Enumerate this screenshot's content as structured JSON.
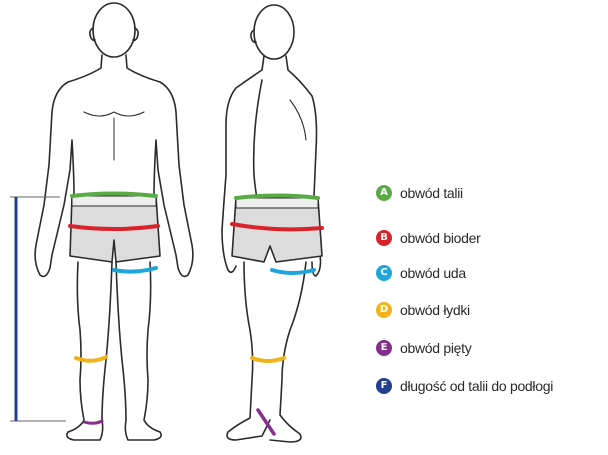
{
  "legend": {
    "items": [
      {
        "letter": "A",
        "label": "obwód talii",
        "color": "#5aaa46"
      },
      {
        "letter": "B",
        "label": "obwód bioder",
        "color": "#d8232a"
      },
      {
        "letter": "C",
        "label": "obwód uda",
        "color": "#1ea5dc"
      },
      {
        "letter": "D",
        "label": "obwód łydki",
        "color": "#f2b317"
      },
      {
        "letter": "E",
        "label": "obwód pięty",
        "color": "#862e8d"
      },
      {
        "letter": "F",
        "label": "długość od talii do podłogi",
        "color": "#253f8f"
      }
    ]
  },
  "colors": {
    "outline": "#2b2b2b",
    "shorts_fill": "#dcdcdc",
    "shorts_band": "#eeeeee"
  }
}
